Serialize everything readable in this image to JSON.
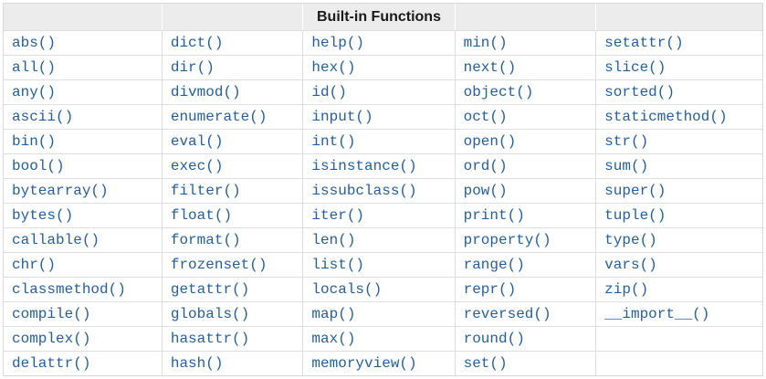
{
  "table": {
    "title": "Built-in Functions",
    "colors": {
      "link": "#235fa0",
      "header_bg": "#ececec",
      "header_text": "#1a1a1a",
      "outer_border": "#d8d8d8",
      "grid_border": "#dedede",
      "background": "#ffffff"
    },
    "columns": [
      [
        "abs()",
        "all()",
        "any()",
        "ascii()",
        "bin()",
        "bool()",
        "bytearray()",
        "bytes()",
        "callable()",
        "chr()",
        "classmethod()",
        "compile()",
        "complex()",
        "delattr()"
      ],
      [
        "dict()",
        "dir()",
        "divmod()",
        "enumerate()",
        "eval()",
        "exec()",
        "filter()",
        "float()",
        "format()",
        "frozenset()",
        "getattr()",
        "globals()",
        "hasattr()",
        "hash()"
      ],
      [
        "help()",
        "hex()",
        "id()",
        "input()",
        "int()",
        "isinstance()",
        "issubclass()",
        "iter()",
        "len()",
        "list()",
        "locals()",
        "map()",
        "max()",
        "memoryview()"
      ],
      [
        "min()",
        "next()",
        "object()",
        "oct()",
        "open()",
        "ord()",
        "pow()",
        "print()",
        "property()",
        "range()",
        "repr()",
        "reversed()",
        "round()",
        "set()"
      ],
      [
        "setattr()",
        "slice()",
        "sorted()",
        "staticmethod()",
        "str()",
        "sum()",
        "super()",
        "tuple()",
        "type()",
        "vars()",
        "zip()",
        "__import__()",
        "",
        ""
      ]
    ]
  }
}
